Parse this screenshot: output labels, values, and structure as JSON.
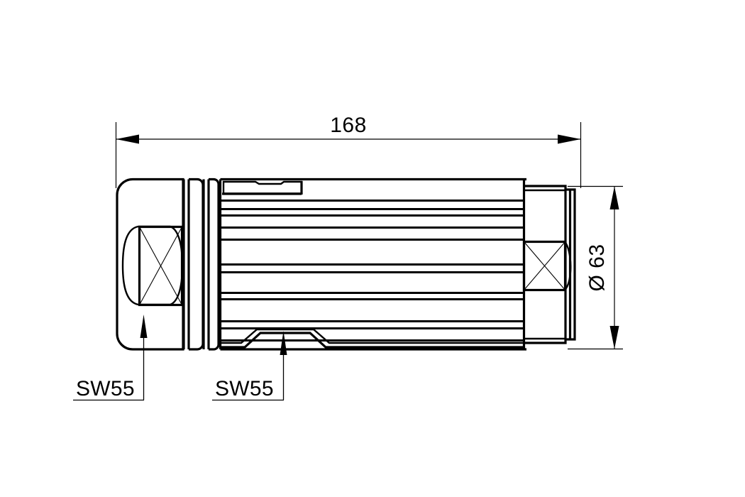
{
  "drawing": {
    "title": "Hydraulic filter / cartridge side view dimensioned drawing",
    "background_color": "#ffffff",
    "line_color": "#000000",
    "dimensions": {
      "length": {
        "value": "168",
        "name": "overall-length",
        "unit_implied": "mm",
        "orientation": "horizontal",
        "position": "top"
      },
      "diameter": {
        "value": "Ø 63",
        "name": "outer-diameter",
        "unit_implied": "mm",
        "orientation": "vertical",
        "position": "right",
        "rotated_degrees": -90
      }
    },
    "labels": [
      {
        "text": "SW55",
        "name": "wrench-size-left",
        "points_to": "left-hex-flat",
        "leader": "vertical-up-arrow"
      },
      {
        "text": "SW55",
        "name": "wrench-size-body",
        "points_to": "body-hex-flat",
        "leader": "vertical-up-arrow"
      }
    ]
  }
}
